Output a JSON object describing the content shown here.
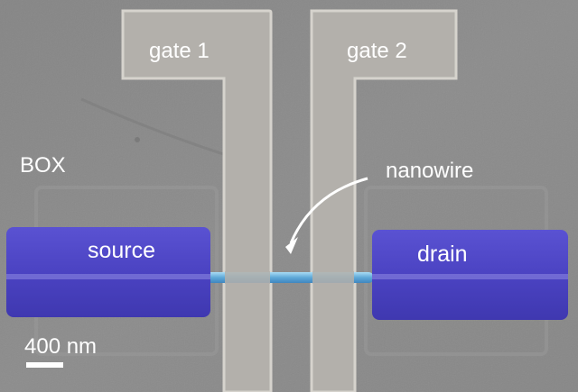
{
  "labels": {
    "gate1": "gate 1",
    "gate2": "gate 2",
    "box": "BOX",
    "nanowire": "nanowire",
    "source": "source",
    "drain": "drain",
    "scale": "400 nm"
  },
  "colors": {
    "substrate": "#8a8a8a",
    "gate_metal": "#b5b2ad",
    "contact_pad": "#4e46c4",
    "nanowire": "#6fb6e0",
    "text": "#ffffff"
  }
}
